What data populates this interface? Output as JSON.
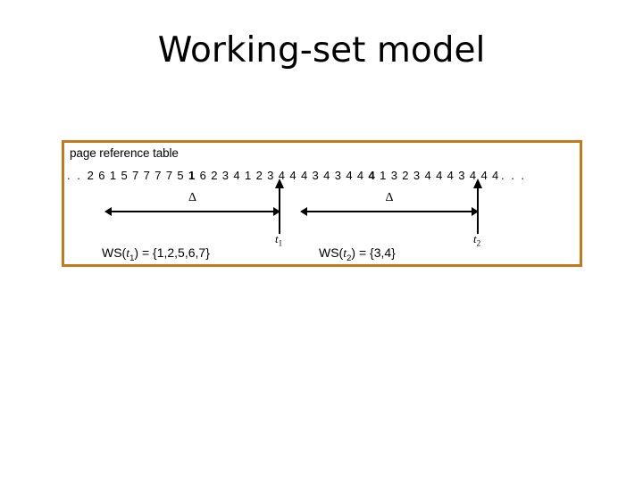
{
  "slide": {
    "title": "Working-set model"
  },
  "figure": {
    "caption": "page reference table",
    "border_color": "#c17b1c",
    "reference_string": {
      "leading_ellipsis": ". . .",
      "trailing_ellipsis": ". . .",
      "tokens": [
        "2",
        "6",
        "1",
        "5",
        "7",
        "7",
        "7",
        "7",
        "5",
        "1",
        "6",
        "2",
        "3",
        "4",
        "1",
        "2",
        "3",
        "4",
        "4",
        "4",
        "3",
        "4",
        "3",
        "4",
        "4",
        "4",
        "1",
        "3",
        "2",
        "3",
        "4",
        "4",
        "4",
        "3",
        "4",
        "4",
        "4"
      ],
      "marked_indices": [
        9,
        25
      ]
    },
    "markers": [
      {
        "name": "t1",
        "label": "t",
        "subscript": "1",
        "delta_symbol": "Δ"
      },
      {
        "name": "t2",
        "label": "t",
        "subscript": "2",
        "delta_symbol": "Δ"
      }
    ],
    "working_sets": [
      {
        "prefix": "WS(",
        "var": "t",
        "subscript": "1",
        "suffix": ") = {1,2,5,6,7}"
      },
      {
        "prefix": "WS(",
        "var": "t",
        "subscript": "2",
        "suffix": ") = {3,4}"
      }
    ]
  }
}
